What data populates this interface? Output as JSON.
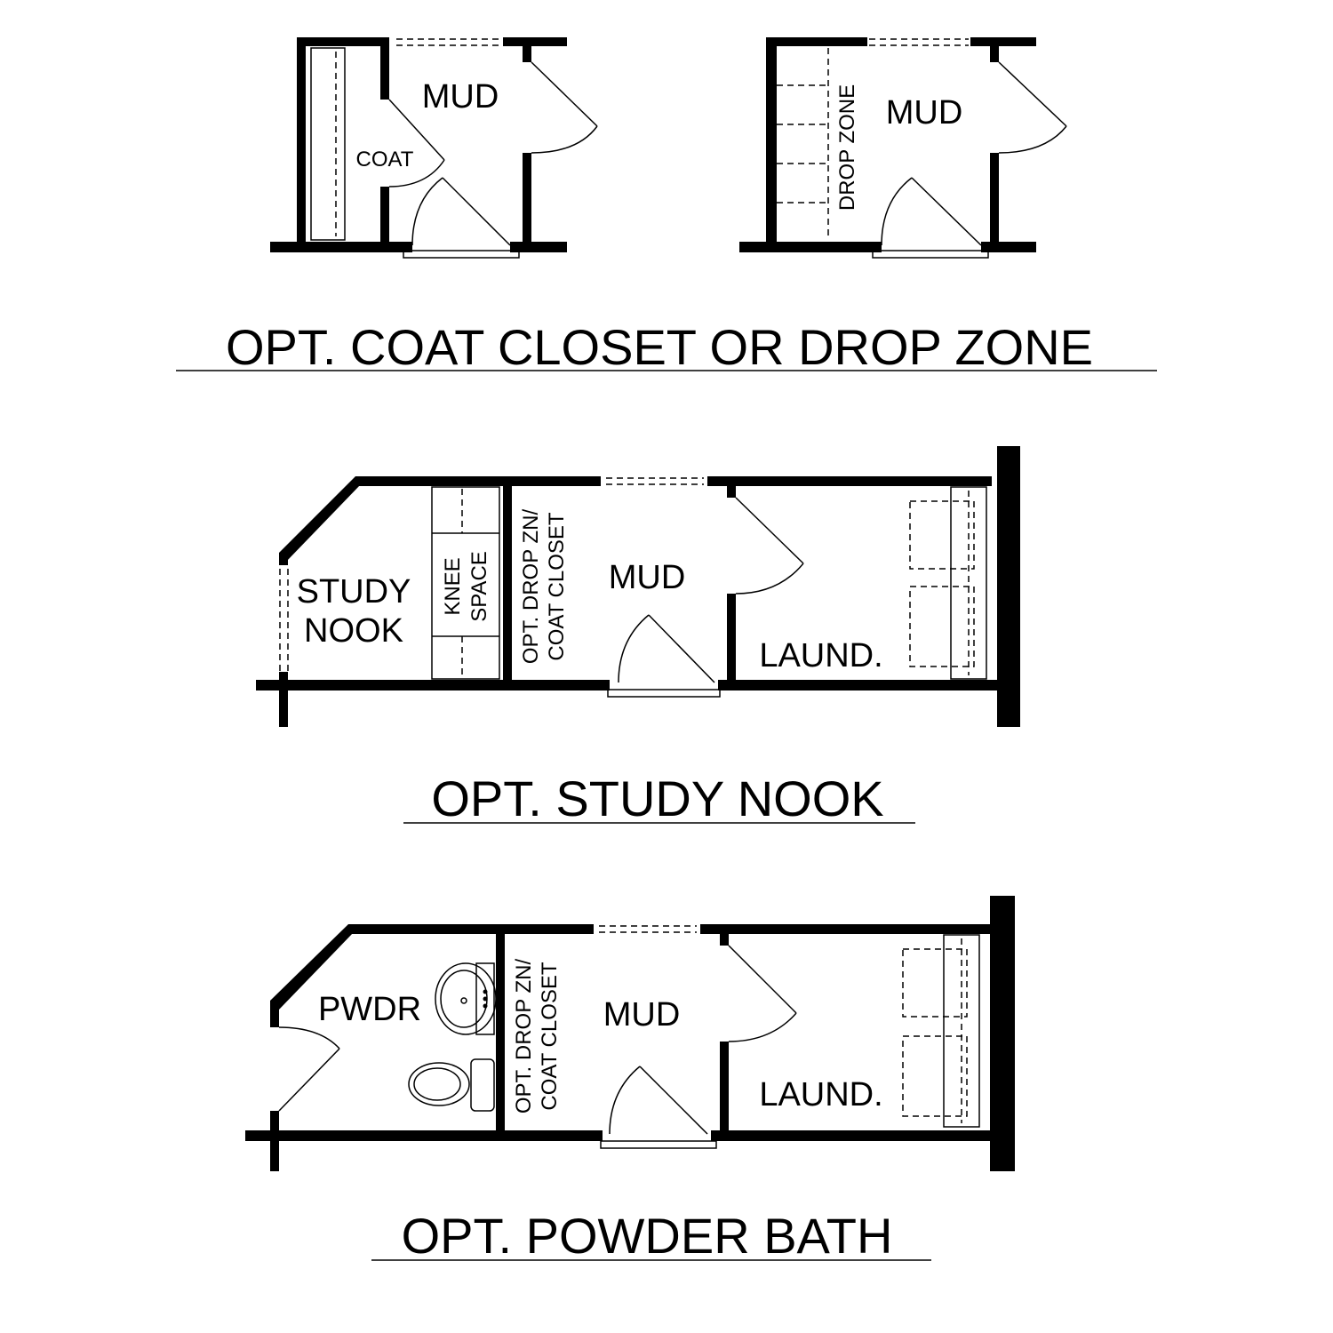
{
  "colors": {
    "wall": "#000000",
    "background": "#ffffff"
  },
  "plans": [
    {
      "title": "OPT. COAT CLOSET OR DROP ZONE",
      "variants": [
        {
          "rooms": {
            "mud": "MUD",
            "coat": "COAT"
          }
        },
        {
          "rooms": {
            "mud": "MUD",
            "drop_zone": "DROP ZONE"
          }
        }
      ]
    },
    {
      "title": "OPT. STUDY NOOK",
      "rooms": {
        "study_line1": "STUDY",
        "study_line2": "NOOK",
        "knee_line1": "KNEE",
        "knee_line2": "SPACE",
        "drop_line1": "OPT. DROP ZN/",
        "drop_line2": "COAT CLOSET",
        "mud": "MUD",
        "laund": "LAUND."
      }
    },
    {
      "title": "OPT. POWDER BATH",
      "rooms": {
        "pwdr": "PWDR",
        "drop_line1": "OPT. DROP ZN/",
        "drop_line2": "COAT CLOSET",
        "mud": "MUD",
        "laund": "LAUND."
      }
    }
  ]
}
